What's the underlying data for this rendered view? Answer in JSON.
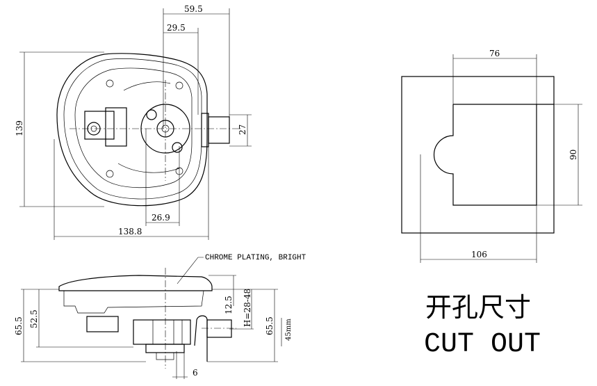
{
  "top_view": {
    "dims": {
      "width_total": "138.8",
      "height_total": "139",
      "offset_59_5": "59.5",
      "offset_29_5": "29.5",
      "offset_26_9": "26.9",
      "bolt_27": "27"
    }
  },
  "side_view": {
    "note": "CHROME PLATING, BRIGHT",
    "dims": {
      "h_65_5_left": "65.5",
      "h_52_5": "52.5",
      "h_12_5": "12.5",
      "h_range": "H=28-48",
      "h_65_5_right": "65.5",
      "h_45": "45mm",
      "w_6": "6"
    }
  },
  "cutout": {
    "dims": {
      "w_76": "76",
      "h_90": "90",
      "w_106": "106"
    },
    "title_cn": "开孔尺寸",
    "title_en": "CUT OUT"
  }
}
